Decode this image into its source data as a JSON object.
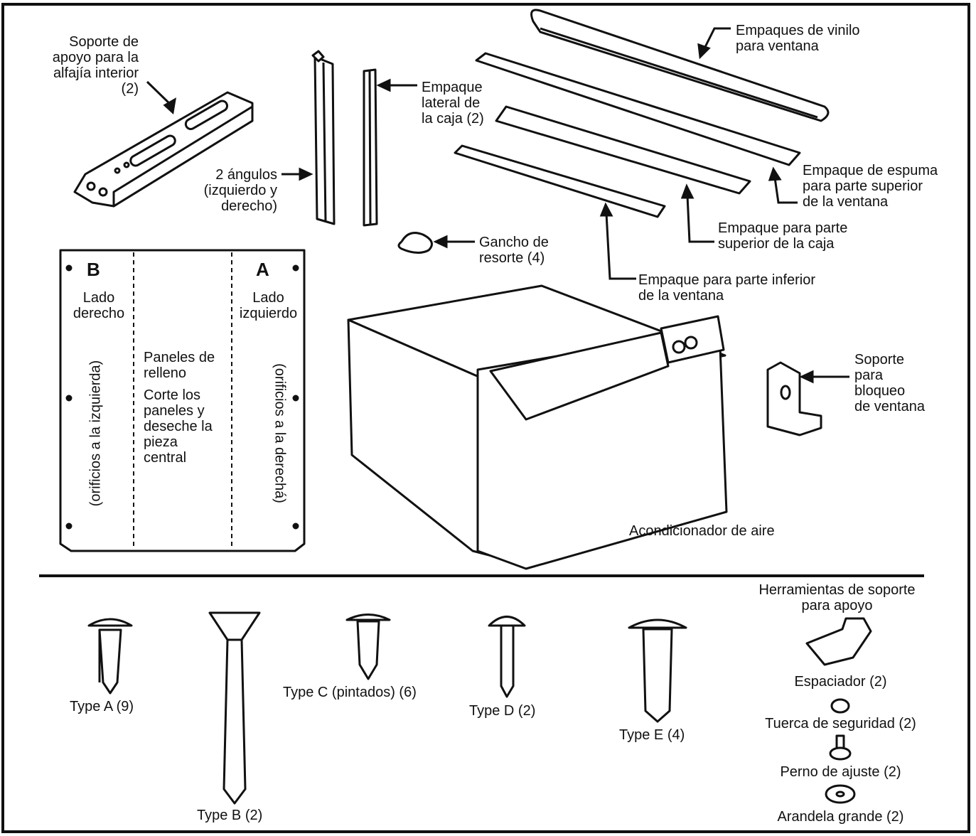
{
  "parts": {
    "sill_support": "Soporte de\napoyo para la\nalfajía interior\n(2)",
    "angles": "2 ángulos\n(izquierdo y\nderecho)",
    "side_gasket": "Empaque\nlateral de\nla caja (2)",
    "vinyl_gaskets": "Empaques de vinilo\npara ventana",
    "foam_top": "Empaque de espuma\npara parte superior\nde la ventana",
    "case_top": "Empaque para parte\nsuperior de la caja",
    "window_bottom": "Empaque para parte inferior\nde la ventana",
    "spring_clip": "Gancho de\nresorte (4)",
    "lock_bracket": "Soporte\npara\nbloqueo\nde ventana",
    "air_conditioner": "Acondicionador de aire"
  },
  "panel": {
    "letter_b": "B",
    "letter_a": "A",
    "right_side": "Lado\nderecho",
    "left_side": "Lado\nizquierdo",
    "center_text_1": "Paneles de\nrelleno",
    "center_text_2": "Corte los\npaneles y\ndeseche la\npieza\ncentral",
    "holes_left": "(orificios a la izquierda)",
    "holes_right": "(orificios a la derechá)"
  },
  "screws": {
    "type_a": "Type A (9)",
    "type_b": "Type B (2)",
    "type_c": "Type C (pintados) (6)",
    "type_d": "Type D (2)",
    "type_e": "Type E (4)"
  },
  "hardware": {
    "title": "Herramientas de soporte\npara apoyo",
    "spacer": "Espaciador (2)",
    "lock_nut": "Tuerca de seguridad (2)",
    "bolt": "Perno de ajuste (2)",
    "washer": "Arandela grande (2)"
  }
}
